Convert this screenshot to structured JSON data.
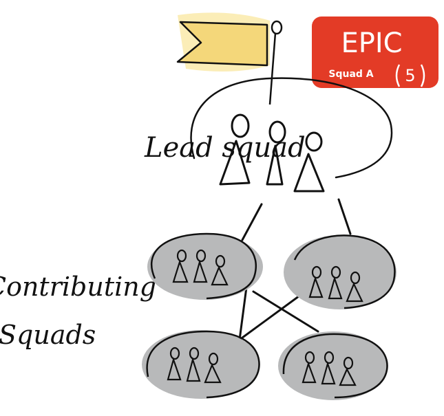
{
  "badge": {
    "title": "EPIC",
    "subtitle": "Squad A",
    "count": "5",
    "color": "#e33b26"
  },
  "labels": {
    "lead": "Lead squad",
    "contributing_line1": "Contributing",
    "contributing_line2": "Squads"
  },
  "colors": {
    "flag": "#f4d77a",
    "flag_halo": "#fbedb7",
    "squad_fill": "#b8b9ba",
    "ink": "#111111"
  },
  "icons": [
    "flag-icon",
    "person-icon",
    "squad-group-icon"
  ]
}
